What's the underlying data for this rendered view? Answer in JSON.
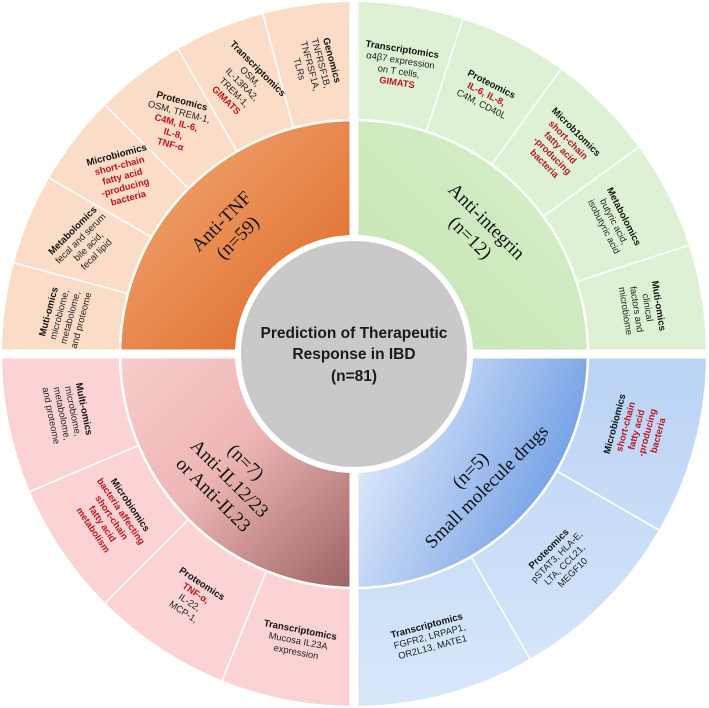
{
  "center": {
    "title_line1": "Prediction of Therapeutic",
    "title_line2": "Response in IBD",
    "count": "(n=81)"
  },
  "colors": {
    "anti_tnf_outer": "#fbdcc6",
    "anti_tnf_inner_dark": "#de6a1f",
    "anti_tnf_inner_light": "#f0a070",
    "anti_integrin_outer": "#def1d4",
    "anti_integrin_inner": "#cfeabf",
    "anti_il_outer": "#fbd3d4",
    "anti_il_inner_light": "#f4c0c0",
    "anti_il_inner_dark": "#9c6464",
    "small_molecule_outer": "#c8dcf6",
    "small_molecule_inner_light": "#ebf3fd",
    "small_molecule_inner_dark": "#6a9ae4",
    "center_fill": "#c8c8c8",
    "highlight_text": "#c0141e"
  },
  "quadrants": [
    {
      "name": "Anti-TNF",
      "count": "(n=59)",
      "categories": [
        {
          "label": "Muti-omics",
          "lines": [
            {
              "t": "microbiome,"
            },
            {
              "t": "metabolome,"
            },
            {
              "t": "and proteome"
            }
          ]
        },
        {
          "label": "Metabolomics",
          "lines": [
            {
              "t": "fecal and serum"
            },
            {
              "t": "bile acid,"
            },
            {
              "t": "fecal lipid"
            }
          ]
        },
        {
          "label": "Microbiomics",
          "lines": [
            {
              "t": "short-chain",
              "hl": true
            },
            {
              "t": "fatty acid",
              "hl": true
            },
            {
              "t": "-producing",
              "hl": true
            },
            {
              "t": "bacteria",
              "hl": true
            }
          ]
        },
        {
          "label": "Proteomics",
          "lines": [
            {
              "t": "OSM, TREM-1,"
            },
            {
              "t": "C4M, IL-6,",
              "hl": true
            },
            {
              "t": "IL-8,",
              "hl": true
            },
            {
              "t": "TNF-α",
              "hl": true
            }
          ]
        },
        {
          "label": "Transcriptomics",
          "lines": [
            {
              "t": "OSM,"
            },
            {
              "t": "IL-13RA2,"
            },
            {
              "t": "TREM-1,"
            },
            {
              "t": "GIMATS",
              "hl": true
            }
          ]
        },
        {
          "label": "Genomics",
          "lines": [
            {
              "t": "TNFRSF1B,"
            },
            {
              "t": "TNFRSF1A,"
            },
            {
              "t": "TLRs"
            }
          ]
        }
      ]
    },
    {
      "name": "Anti-integrin",
      "count": "(n=12)",
      "categories": [
        {
          "label": "Transcriptomics",
          "lines": [
            {
              "t": "α4β7 expression"
            },
            {
              "t": "on T cells,"
            },
            {
              "t": "GIMATS",
              "hl": true
            }
          ]
        },
        {
          "label": "Proteomics",
          "lines": [
            {
              "t": "IL-6, IL-8,",
              "hl": true
            },
            {
              "t": "C4M, CD40L"
            }
          ]
        },
        {
          "label": "Microb1omics",
          "lines": [
            {
              "t": "short-chain",
              "hl": true
            },
            {
              "t": "fatty acid",
              "hl": true
            },
            {
              "t": "-producing",
              "hl": true
            },
            {
              "t": "bacteria",
              "hl": true
            }
          ]
        },
        {
          "label": "Metabolomics",
          "lines": [
            {
              "t": "butyric acid,"
            },
            {
              "t": "isobutyric acid"
            }
          ]
        },
        {
          "label": "Muti-omics",
          "lines": [
            {
              "t": "clinical"
            },
            {
              "t": "factors and"
            },
            {
              "t": "microbiome"
            }
          ]
        }
      ]
    },
    {
      "name_line1": "(n=7)",
      "name_line2": "Anti-IL12/23",
      "name_line3": "or Anti-IL23",
      "categories": [
        {
          "label": "Multi-omics",
          "lines": [
            {
              "t": "microbiome,"
            },
            {
              "t": "metabolome,"
            },
            {
              "t": "and proteome"
            }
          ]
        },
        {
          "label": "Microbiomics",
          "lines": [
            {
              "t": "bacteria affecting",
              "hl": true
            },
            {
              "t": "short-chain",
              "hl": true
            },
            {
              "t": "fatty acid",
              "hl": true
            },
            {
              "t": "metabolism",
              "hl": true
            }
          ]
        },
        {
          "label": "Proteomics",
          "lines": [
            {
              "t": "TNF-α,",
              "hl": true
            },
            {
              "t": "IL-22,"
            },
            {
              "t": "MCP-1,"
            }
          ]
        },
        {
          "label": "Transcriptomics",
          "lines": [
            {
              "t": "Mucosa IL23A"
            },
            {
              "t": "expression"
            }
          ]
        }
      ]
    },
    {
      "name_line1": "(n=5)",
      "name_line2": "Small molecule drugs",
      "categories": [
        {
          "label": "Transcriptomics",
          "lines": [
            {
              "t": "FGFR2, LRPAP1,"
            },
            {
              "t": "OR2L13, MATE1"
            }
          ]
        },
        {
          "label": "Proteomics",
          "lines": [
            {
              "t": "pSTAT3, HLA-E,"
            },
            {
              "t": "LTA, CCL21,"
            },
            {
              "t": "MEGF10"
            }
          ]
        },
        {
          "label": "Microbiomics",
          "lines": [
            {
              "t": "short-chain",
              "hl": true
            },
            {
              "t": "fatty acid",
              "hl": true
            },
            {
              "t": "-producing",
              "hl": true
            },
            {
              "t": "bacteria",
              "hl": true
            }
          ]
        }
      ]
    }
  ]
}
